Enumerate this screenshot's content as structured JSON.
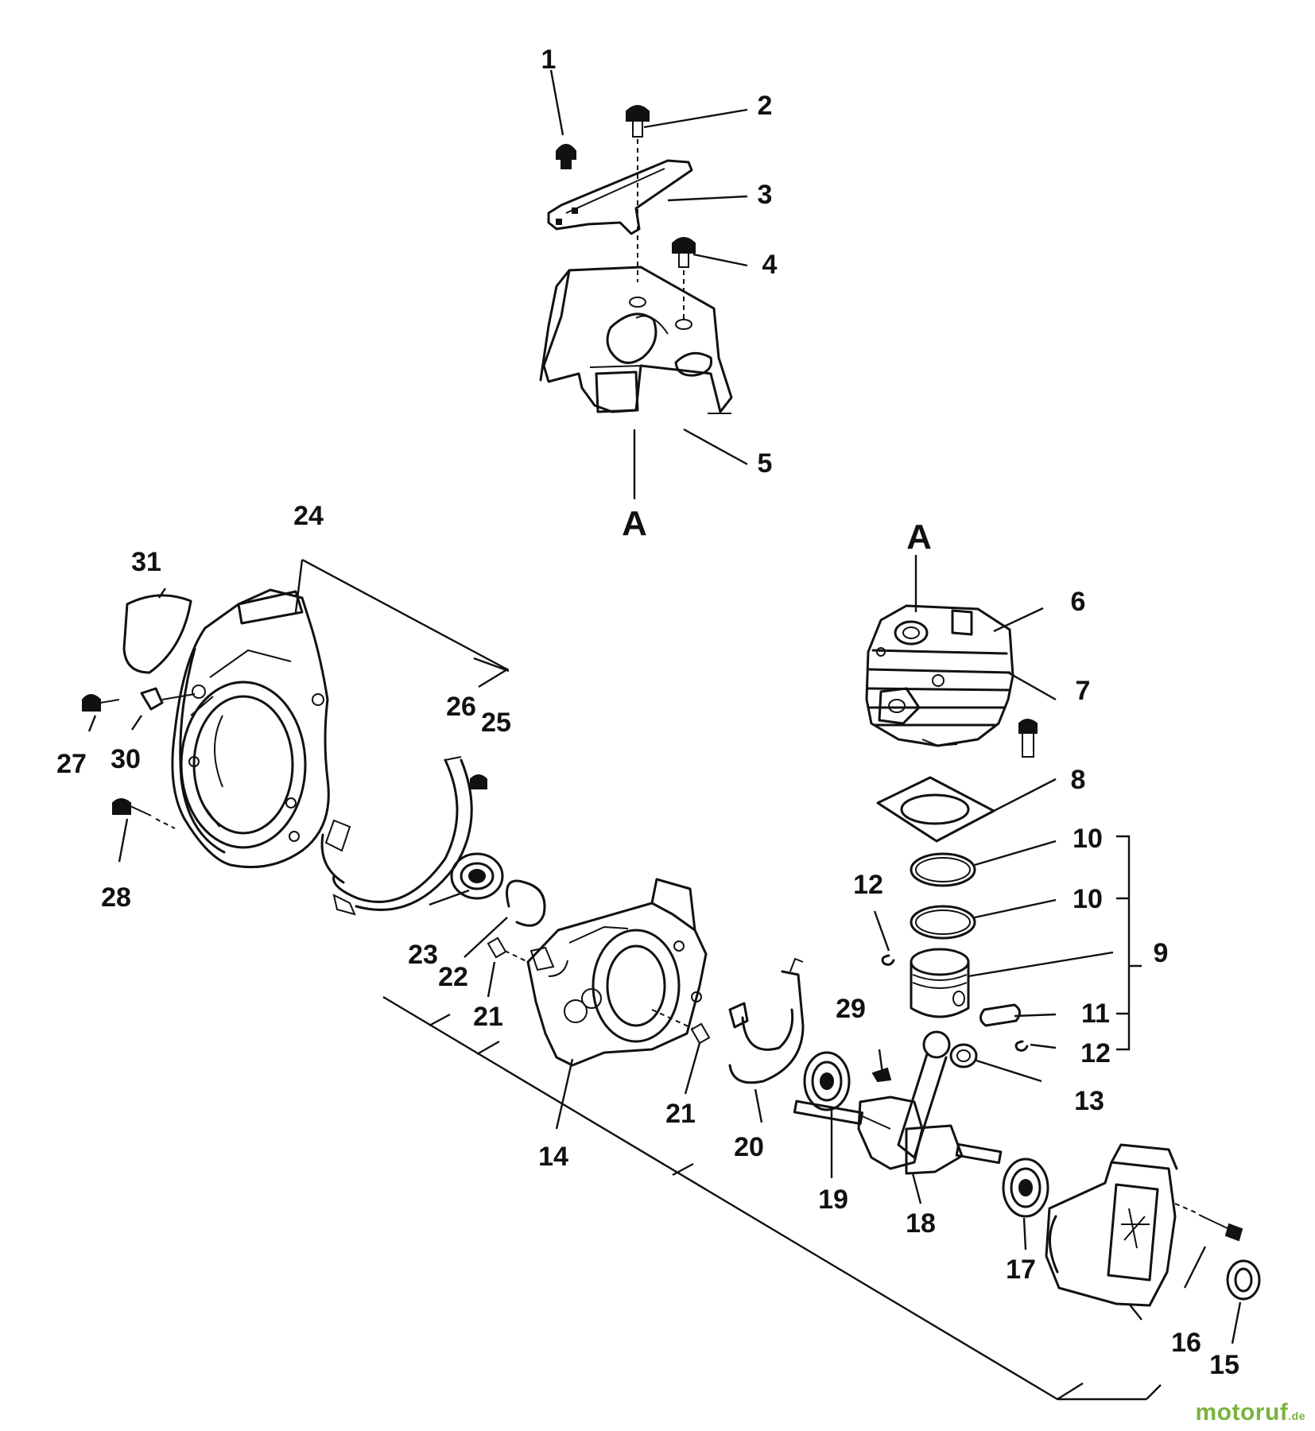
{
  "ref_labels": {
    "top": "A",
    "cylinder": "A"
  },
  "callouts": {
    "c1": "1",
    "c2": "2",
    "c3": "3",
    "c4": "4",
    "c5": "5",
    "c6": "6",
    "c7": "7",
    "c8": "8",
    "c9": "9",
    "c10a": "10",
    "c10b": "10",
    "c11": "11",
    "c12a": "12",
    "c12b": "12",
    "c13": "13",
    "c14": "14",
    "c15": "15",
    "c16": "16",
    "c17": "17",
    "c18": "18",
    "c19": "19",
    "c20": "20",
    "c21a": "21",
    "c21b": "21",
    "c22": "22",
    "c23": "23",
    "c24": "24",
    "c25": "25",
    "c26": "26",
    "c27": "27",
    "c28": "28",
    "c29": "29",
    "c30": "30",
    "c31": "31"
  },
  "watermark": {
    "name": "motoruf",
    "suffix": ".de",
    "color": "#7ab33c"
  }
}
